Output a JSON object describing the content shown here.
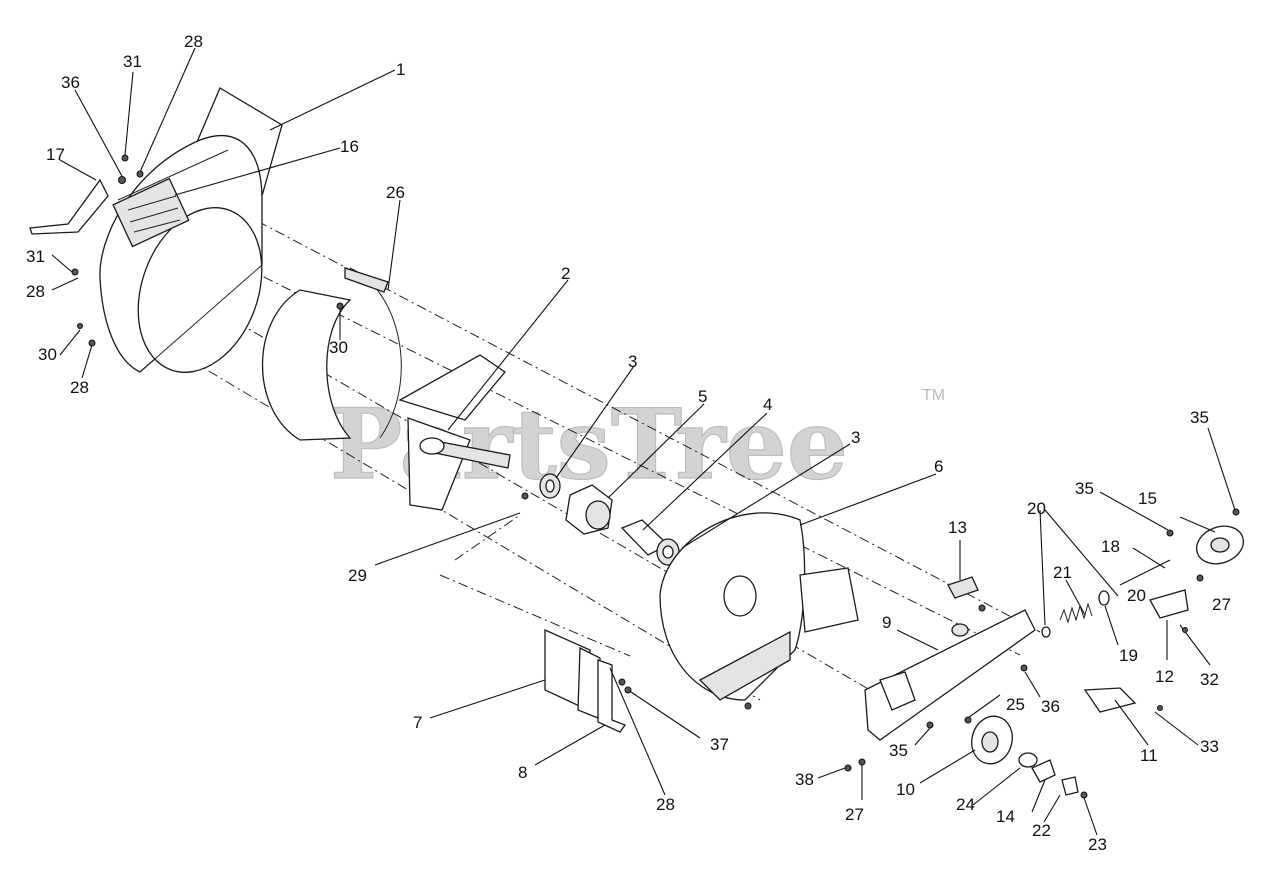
{
  "watermark": {
    "text": "PartsTree",
    "trademark": "TM"
  },
  "callouts": [
    {
      "id": "c-1",
      "label": "1"
    },
    {
      "id": "c-2",
      "label": "2"
    },
    {
      "id": "c-3a",
      "label": "3"
    },
    {
      "id": "c-3b",
      "label": "3"
    },
    {
      "id": "c-4",
      "label": "4"
    },
    {
      "id": "c-5",
      "label": "5"
    },
    {
      "id": "c-6",
      "label": "6"
    },
    {
      "id": "c-7",
      "label": "7"
    },
    {
      "id": "c-8",
      "label": "8"
    },
    {
      "id": "c-9",
      "label": "9"
    },
    {
      "id": "c-10",
      "label": "10"
    },
    {
      "id": "c-11",
      "label": "11"
    },
    {
      "id": "c-12",
      "label": "12"
    },
    {
      "id": "c-13",
      "label": "13"
    },
    {
      "id": "c-14",
      "label": "14"
    },
    {
      "id": "c-15",
      "label": "15"
    },
    {
      "id": "c-16",
      "label": "16"
    },
    {
      "id": "c-17",
      "label": "17"
    },
    {
      "id": "c-18",
      "label": "18"
    },
    {
      "id": "c-19",
      "label": "19"
    },
    {
      "id": "c-20a",
      "label": "20"
    },
    {
      "id": "c-20b",
      "label": "20"
    },
    {
      "id": "c-21",
      "label": "21"
    },
    {
      "id": "c-22",
      "label": "22"
    },
    {
      "id": "c-23",
      "label": "23"
    },
    {
      "id": "c-24",
      "label": "24"
    },
    {
      "id": "c-25",
      "label": "25"
    },
    {
      "id": "c-26",
      "label": "26"
    },
    {
      "id": "c-27a",
      "label": "27"
    },
    {
      "id": "c-27b",
      "label": "27"
    },
    {
      "id": "c-28a",
      "label": "28"
    },
    {
      "id": "c-28b",
      "label": "28"
    },
    {
      "id": "c-28c",
      "label": "28"
    },
    {
      "id": "c-28d",
      "label": "28"
    },
    {
      "id": "c-29",
      "label": "29"
    },
    {
      "id": "c-30a",
      "label": "30"
    },
    {
      "id": "c-30b",
      "label": "30"
    },
    {
      "id": "c-31a",
      "label": "31"
    },
    {
      "id": "c-31b",
      "label": "31"
    },
    {
      "id": "c-32",
      "label": "32"
    },
    {
      "id": "c-33",
      "label": "33"
    },
    {
      "id": "c-35a",
      "label": "35"
    },
    {
      "id": "c-35b",
      "label": "35"
    },
    {
      "id": "c-35c",
      "label": "35"
    },
    {
      "id": "c-36a",
      "label": "36"
    },
    {
      "id": "c-36b",
      "label": "36"
    },
    {
      "id": "c-37",
      "label": "37"
    },
    {
      "id": "c-38",
      "label": "38"
    }
  ]
}
